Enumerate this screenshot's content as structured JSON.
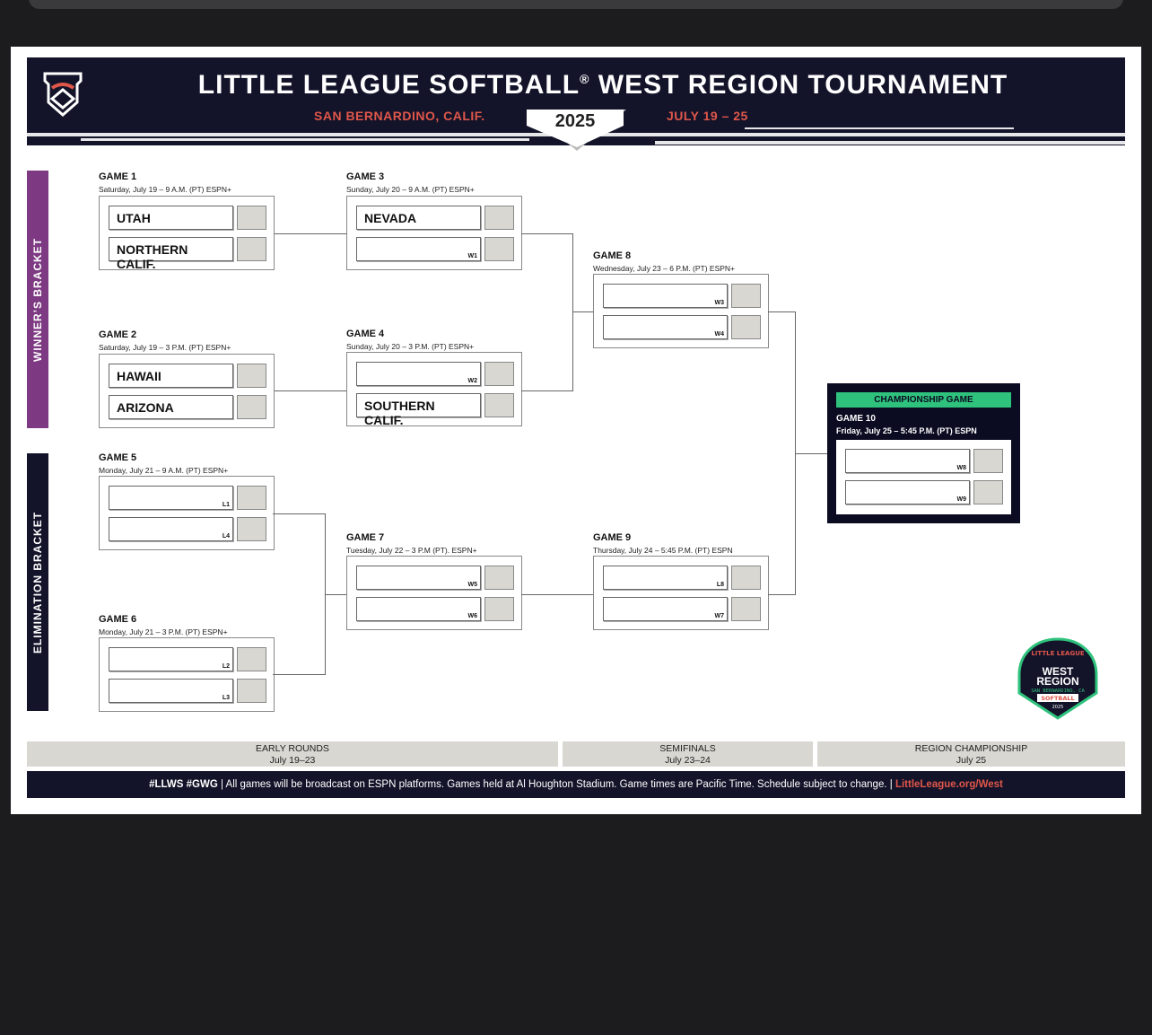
{
  "header": {
    "title": "LITTLE LEAGUE SOFTBALL",
    "registered": "®",
    "title_rest": "WEST REGION TOURNAMENT",
    "location": "SAN BERNARDINO, CALIF.",
    "year": "2025",
    "dates": "JULY 19 – 25"
  },
  "sides": {
    "winners": "WINNER’S BRACKET",
    "elimination": "ELIMINATION BRACKET"
  },
  "games": [
    {
      "id": "g1",
      "label": "GAME 1",
      "date": "Saturday, July 19 – 9 A.M. (PT) ESPN+",
      "teams": [
        {
          "name": "UTAH",
          "seed": ""
        },
        {
          "name": "NORTHERN CALIF.",
          "seed": ""
        }
      ]
    },
    {
      "id": "g2",
      "label": "GAME 2",
      "date": "Saturday, July 19 – 3 P.M. (PT) ESPN+",
      "teams": [
        {
          "name": "HAWAII",
          "seed": ""
        },
        {
          "name": "ARIZONA",
          "seed": ""
        }
      ]
    },
    {
      "id": "g3",
      "label": "GAME 3",
      "date": "Sunday, July 20 – 9 A.M. (PT) ESPN+",
      "teams": [
        {
          "name": "NEVADA",
          "seed": ""
        },
        {
          "name": "",
          "seed": "W1"
        }
      ]
    },
    {
      "id": "g4",
      "label": "GAME 4",
      "date": "Sunday, July 20 – 3 P.M. (PT) ESPN+",
      "teams": [
        {
          "name": "",
          "seed": "W2"
        },
        {
          "name": "SOUTHERN CALIF.",
          "seed": ""
        }
      ]
    },
    {
      "id": "g5",
      "label": "GAME 5",
      "date": "Monday, July 21 – 9 A.M. (PT) ESPN+",
      "teams": [
        {
          "name": "",
          "seed": "L1"
        },
        {
          "name": "",
          "seed": "L4"
        }
      ]
    },
    {
      "id": "g6",
      "label": "GAME 6",
      "date": "Monday, July 21 – 3 P.M. (PT) ESPN+",
      "teams": [
        {
          "name": "",
          "seed": "L2"
        },
        {
          "name": "",
          "seed": "L3"
        }
      ]
    },
    {
      "id": "g7",
      "label": "GAME 7",
      "date": "Tuesday, July 22 – 3 P.M (PT). ESPN+",
      "teams": [
        {
          "name": "",
          "seed": "W5"
        },
        {
          "name": "",
          "seed": "W6"
        }
      ]
    },
    {
      "id": "g8",
      "label": "GAME 8",
      "date": "Wednesday, July 23 – 6 P.M. (PT) ESPN+",
      "teams": [
        {
          "name": "",
          "seed": "W3"
        },
        {
          "name": "",
          "seed": "W4"
        }
      ]
    },
    {
      "id": "g9",
      "label": "GAME 9",
      "date": "Thursday, July 24 – 5:45 P.M. (PT) ESPN",
      "teams": [
        {
          "name": "",
          "seed": "L8"
        },
        {
          "name": "",
          "seed": "W7"
        }
      ]
    }
  ],
  "championship": {
    "heading": "CHAMPIONSHIP GAME",
    "label": "GAME 10",
    "date": "Friday, July 25 – 5:45 P.M. (PT) ESPN",
    "teams": [
      {
        "name": "",
        "seed": "W8"
      },
      {
        "name": "",
        "seed": "W9"
      }
    ]
  },
  "badge": {
    "top": "LITTLE LEAGUE",
    "line1": "WEST",
    "line2": "REGION",
    "place": "SAN BERNARDINO, CA",
    "sport": "SOFTBALL",
    "year": "2025"
  },
  "rounds": [
    {
      "name": "EARLY ROUNDS",
      "dates": "July 19–23"
    },
    {
      "name": "SEMIFINALS",
      "dates": "July 23–24"
    },
    {
      "name": "REGION CHAMPIONSHIP",
      "dates": "July 25"
    }
  ],
  "footer": {
    "tags": "#LLWS #GWG",
    "text": "All games will be broadcast on ESPN platforms. Games held at Al Houghton Stadium. Game times are Pacific Time. Schedule subject to change.",
    "url": "LittleLeague.org/West"
  },
  "colors": {
    "navy": "#13132a",
    "purple": "#7d3a82",
    "coral": "#e0574a",
    "green": "#2fc27c"
  }
}
